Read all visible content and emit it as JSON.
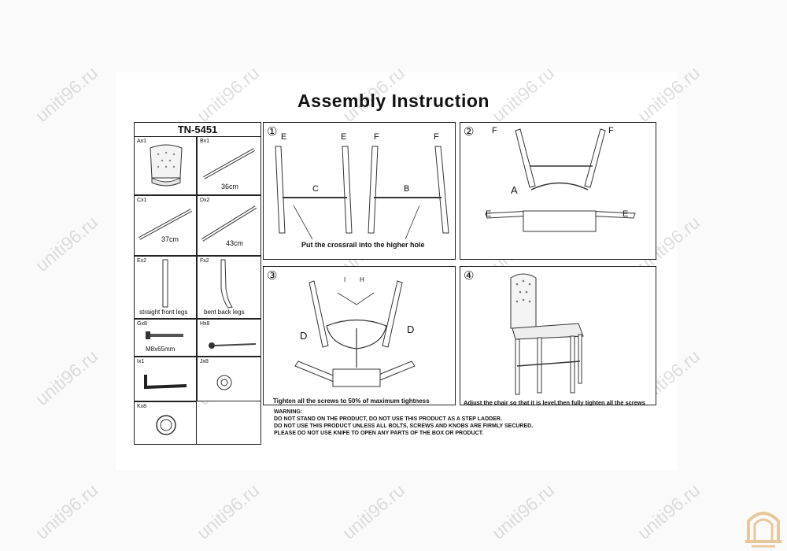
{
  "title": "Assembly Instruction",
  "model": "TN-5451",
  "parts": [
    {
      "code": "Ax1",
      "caption": ""
    },
    {
      "code": "Bx1",
      "caption": "36cm"
    },
    {
      "code": "Cx1",
      "caption": "37cm"
    },
    {
      "code": "Dx2",
      "caption": "43cm"
    },
    {
      "code": "Ex2",
      "caption": "straight front legs"
    },
    {
      "code": "Fx2",
      "caption": "bent back legs"
    },
    {
      "code": "Gx8",
      "caption": "M8x65mm"
    },
    {
      "code": "Hx8",
      "caption": ""
    },
    {
      "code": "Ix1",
      "caption": ""
    },
    {
      "code": "Jx8",
      "caption": ""
    },
    {
      "code": "Kx8",
      "caption": ""
    }
  ],
  "steps": [
    {
      "num": "①",
      "labels": [
        "E",
        "E",
        "F",
        "F",
        "C",
        "B"
      ],
      "caption": "Put the crossrail into the higher hole"
    },
    {
      "num": "②",
      "labels": [
        "F",
        "F",
        "A",
        "E",
        "E"
      ],
      "caption": ""
    },
    {
      "num": "③",
      "labels": [
        "I",
        "H",
        "D",
        "D"
      ],
      "caption": "Tighten all the screws to 50% of maximum tightness"
    },
    {
      "num": "④",
      "labels": [],
      "caption": "Adjust the chair so that it is level,then fully tighten all the screws"
    }
  ],
  "warning": {
    "heading": "WARNING:",
    "lines": [
      "DO NOT STAND ON THE PRODUCT, DO NOT USE THIS PRODUCT AS A STEP LADDER.",
      "DO NOT USE THIS PRODUCT UNLESS ALL BOLTS, SCREWS AND KNOBS ARE FIRMLY SECURED.",
      "PLEASE DO NOT USE KNIFE TO OPEN ANY PARTS OF THE BOX OR PRODUCT."
    ]
  },
  "watermark": "uniti96.ru"
}
